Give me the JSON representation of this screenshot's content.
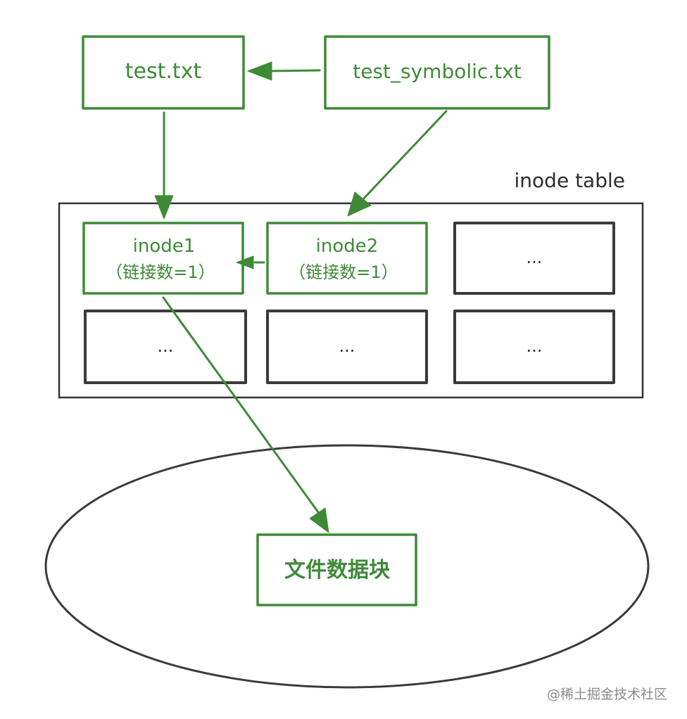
{
  "files": {
    "test_txt": "test.txt",
    "test_symbolic_txt": "test_symbolic.txt"
  },
  "inode_table": {
    "label": "inode table",
    "inode1": {
      "name": "inode1",
      "links": "（链接数=1）"
    },
    "inode2": {
      "name": "inode2",
      "links": "（链接数=1）"
    },
    "placeholder": "..."
  },
  "data_block": {
    "label": "文件数据块"
  },
  "watermark": "@稀土掘金技术社区",
  "colors": {
    "green": "#3e8a37",
    "dark": "#3a3a3a"
  }
}
